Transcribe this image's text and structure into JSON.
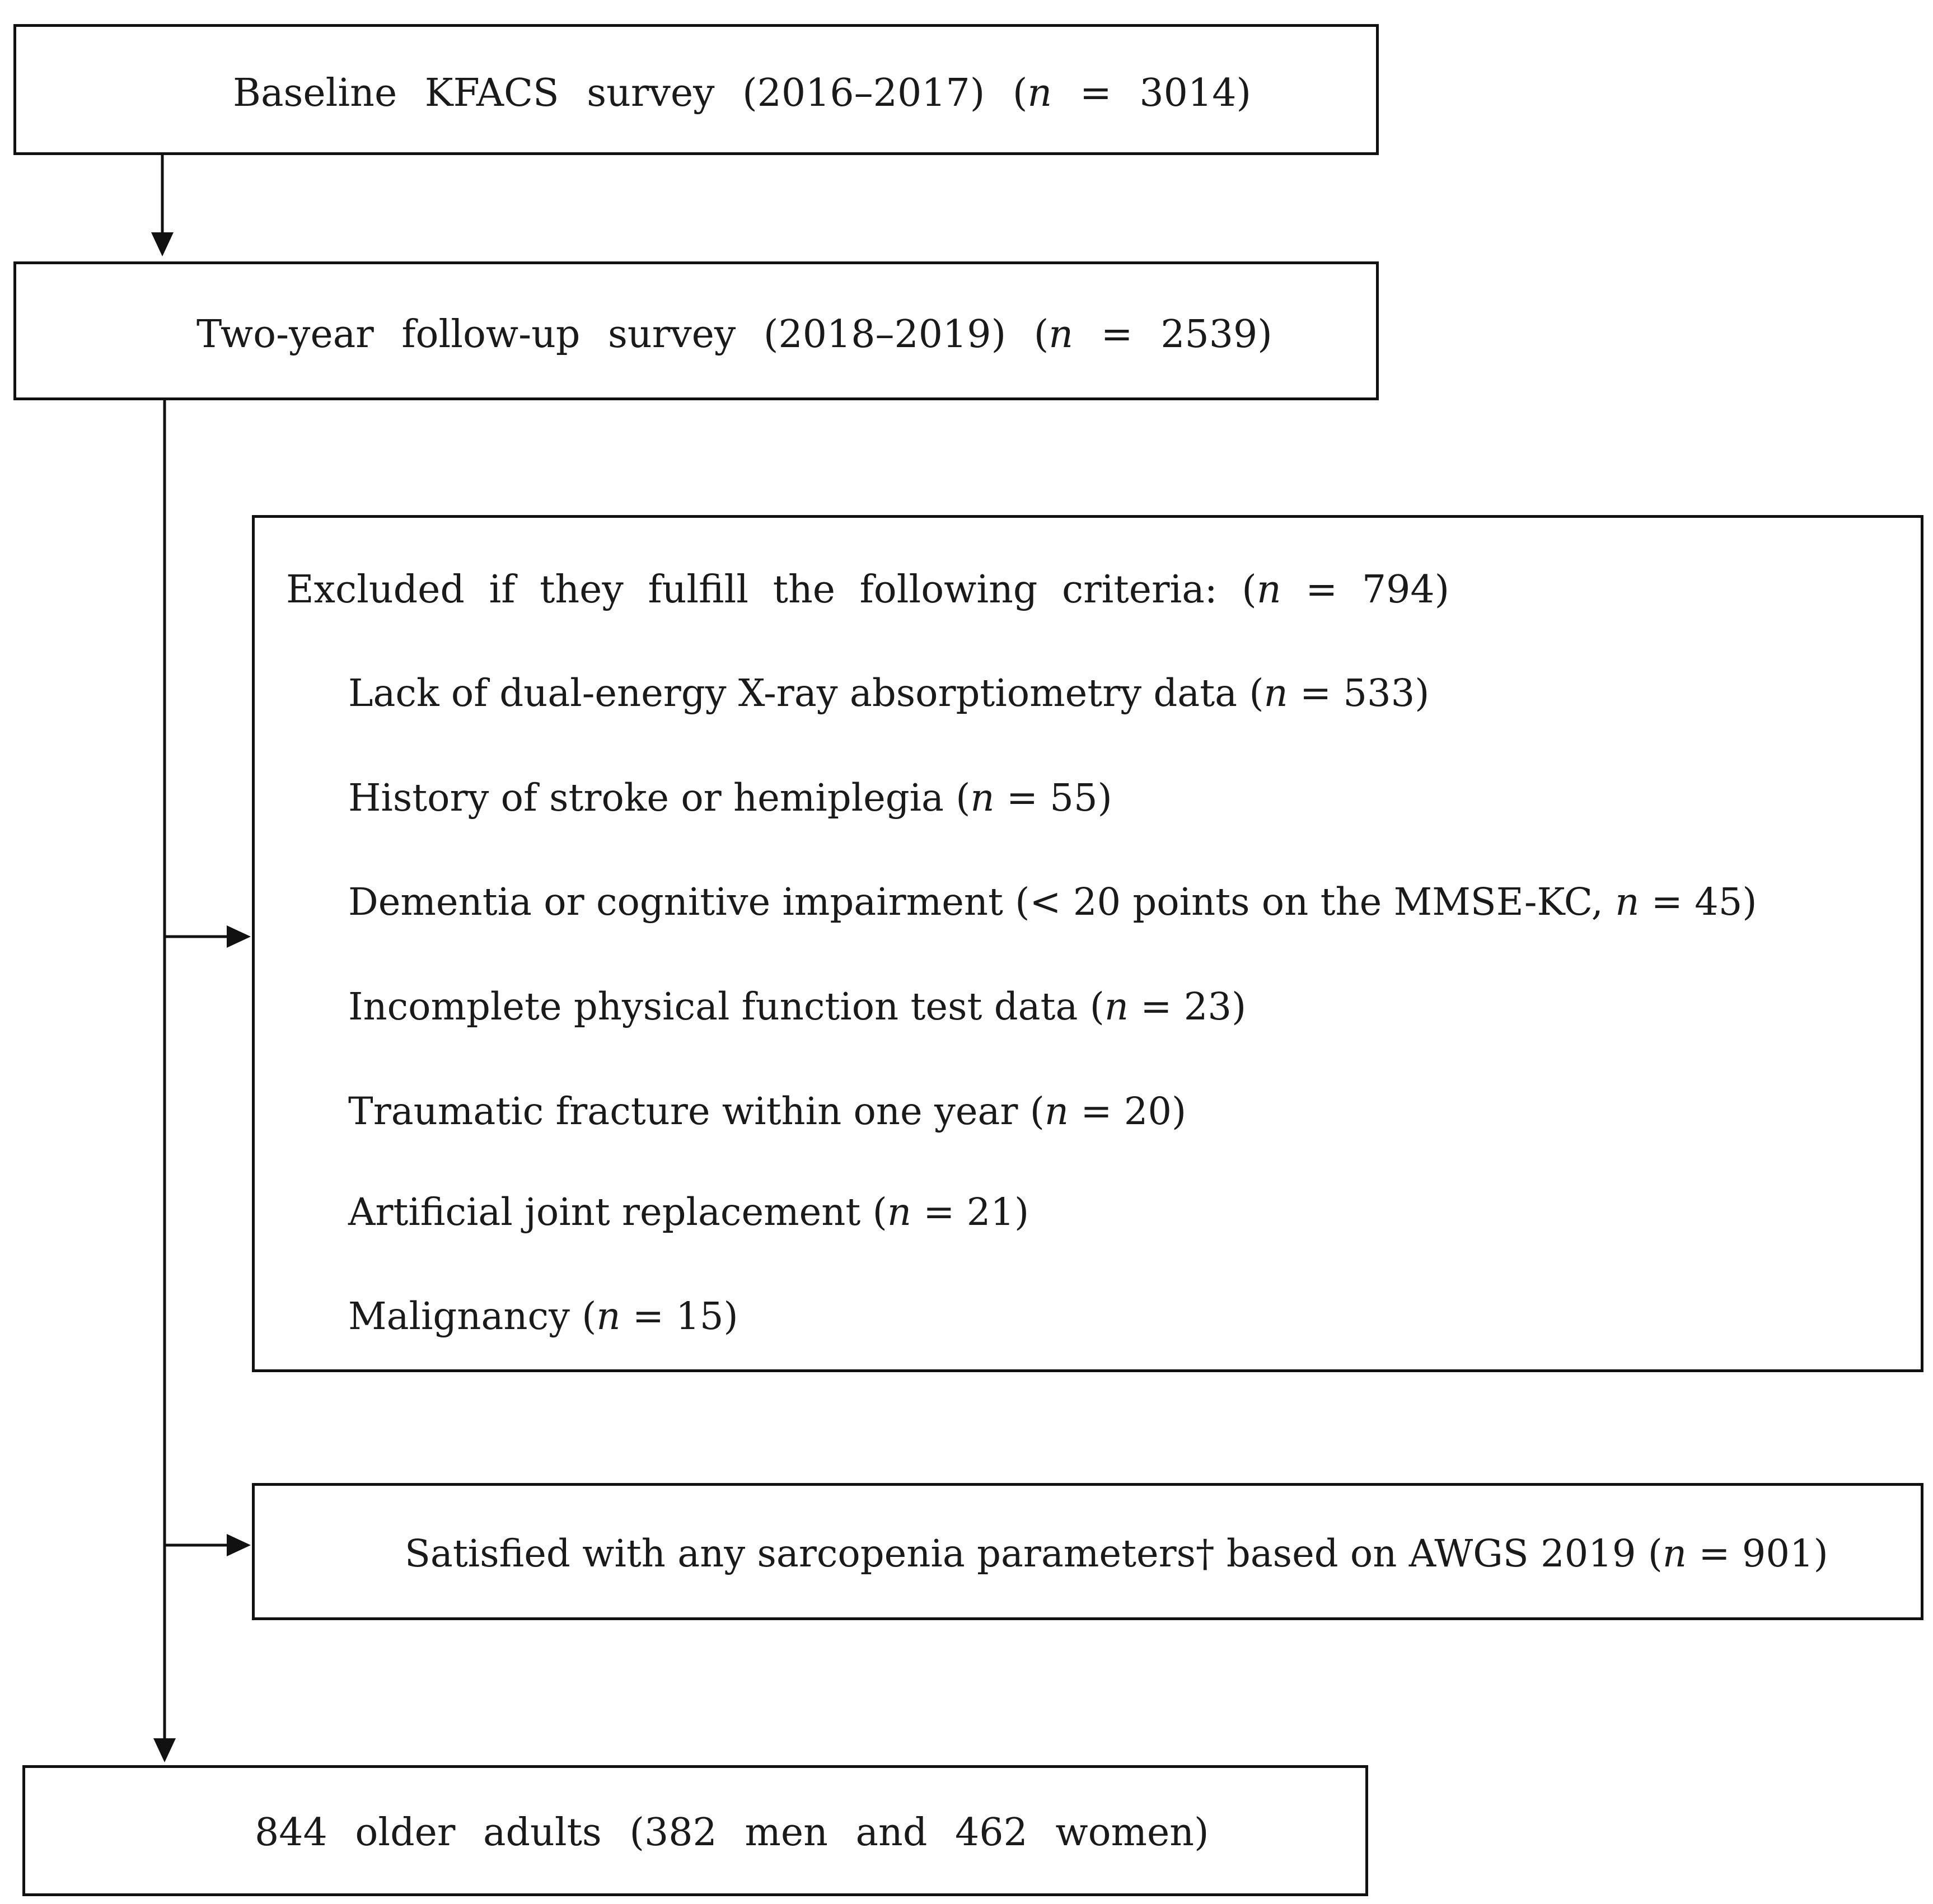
{
  "flowchart": {
    "baseline_box": {
      "label": "Baseline KFACS survey (2016–2017) (",
      "n_var": "n",
      "n_value": " = 3014)"
    },
    "followup_box": {
      "label": "Two-year follow-up survey (2018–2019) (",
      "n_var": "n",
      "n_value": " = 2539)"
    },
    "exclusion_box": {
      "header": "Excluded if they fulfill the following criteria: (",
      "header_n_var": "n",
      "header_n_value": " = 794)",
      "items": [
        {
          "label": "Lack of dual-energy X-ray absorptiometry data (",
          "n_var": "n",
          "n_value": " = 533)"
        },
        {
          "label": "History of stroke or hemiplegia (",
          "n_var": "n",
          "n_value": " = 55)"
        },
        {
          "label": "Dementia or cognitive impairment (< 20 points on the MMSE-KC, ",
          "n_var": "n",
          "n_value": " = 45)"
        },
        {
          "label": "Incomplete physical function test data (",
          "n_var": "n",
          "n_value": " = 23)"
        },
        {
          "label": "Traumatic fracture within one year (",
          "n_var": "n",
          "n_value": " = 20)"
        },
        {
          "label": "Artificial joint replacement (",
          "n_var": "n",
          "n_value": " = 21)"
        },
        {
          "label": "Malignancy (",
          "n_var": "n",
          "n_value": " = 15)"
        }
      ]
    },
    "sarcopenia_box": {
      "label": "Satisfied with any sarcopenia parameters† based on AWGS 2019 (",
      "n_var": "n",
      "n_value": " = 901)"
    },
    "final_box": {
      "label": "844 older adults (382 men and 462 women)"
    }
  }
}
